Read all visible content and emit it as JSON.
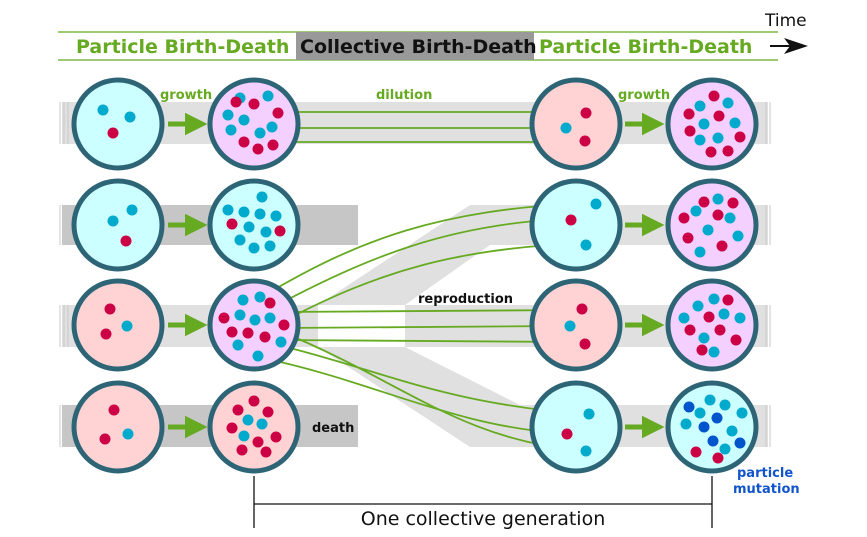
{
  "header": {
    "time_label": "Time",
    "phase_1": "Particle Birth-Death",
    "phase_2": "Collective Birth-Death",
    "phase_3": "Particle Birth-Death"
  },
  "labels": {
    "growth_left": "growth",
    "dilution": "dilution",
    "growth_right": "growth",
    "reproduction": "reproduction",
    "death": "death",
    "particle_mutation_1": "particle",
    "particle_mutation_2": "mutation",
    "one_generation": "One collective generation"
  },
  "colors": {
    "green": "#66aa22",
    "dark_gray": "#999999",
    "light_gray": "#dddddd",
    "mid_gray": "#c6c6c6",
    "circle_border": "#2d6577",
    "fill_cyan": "#ccffff",
    "fill_pink": "#ffd3d3",
    "fill_lavender": "#f3d0ff",
    "particle_red": "#cc0044",
    "particle_cyan": "#00aacc",
    "particle_blue": "#0055cc",
    "mutation_text": "#1155cc"
  },
  "collectives": [
    {
      "id": "r1c1",
      "fill": "cyan",
      "red": 1,
      "cyan": 2
    },
    {
      "id": "r1c2",
      "fill": "lavender",
      "red": 6,
      "cyan": 7
    },
    {
      "id": "r1c3",
      "fill": "pink",
      "red": 2,
      "cyan": 1
    },
    {
      "id": "r1c4",
      "fill": "lavender",
      "red": 7,
      "cyan": 6
    },
    {
      "id": "r2c1",
      "fill": "cyan",
      "red": 1,
      "cyan": 2
    },
    {
      "id": "r2c2",
      "fill": "cyan",
      "red": 2,
      "cyan": 10
    },
    {
      "id": "r2c3",
      "fill": "cyan",
      "red": 1,
      "cyan": 2
    },
    {
      "id": "r2c4",
      "fill": "lavender",
      "red": 6,
      "cyan": 6
    },
    {
      "id": "r3c1",
      "fill": "pink",
      "red": 2,
      "cyan": 1
    },
    {
      "id": "r3c2",
      "fill": "lavender",
      "red": 7,
      "cyan": 6
    },
    {
      "id": "r3c3",
      "fill": "pink",
      "red": 2,
      "cyan": 1
    },
    {
      "id": "r3c4",
      "fill": "lavender",
      "red": 6,
      "cyan": 7
    },
    {
      "id": "r4c1",
      "fill": "pink",
      "red": 2,
      "cyan": 1
    },
    {
      "id": "r4c2",
      "fill": "pink",
      "red": 8,
      "cyan": 3
    },
    {
      "id": "r4c3",
      "fill": "cyan",
      "red": 1,
      "cyan": 2
    },
    {
      "id": "r4c4",
      "fill": "cyan",
      "red": 2,
      "cyan": 7,
      "blue": 5
    }
  ]
}
